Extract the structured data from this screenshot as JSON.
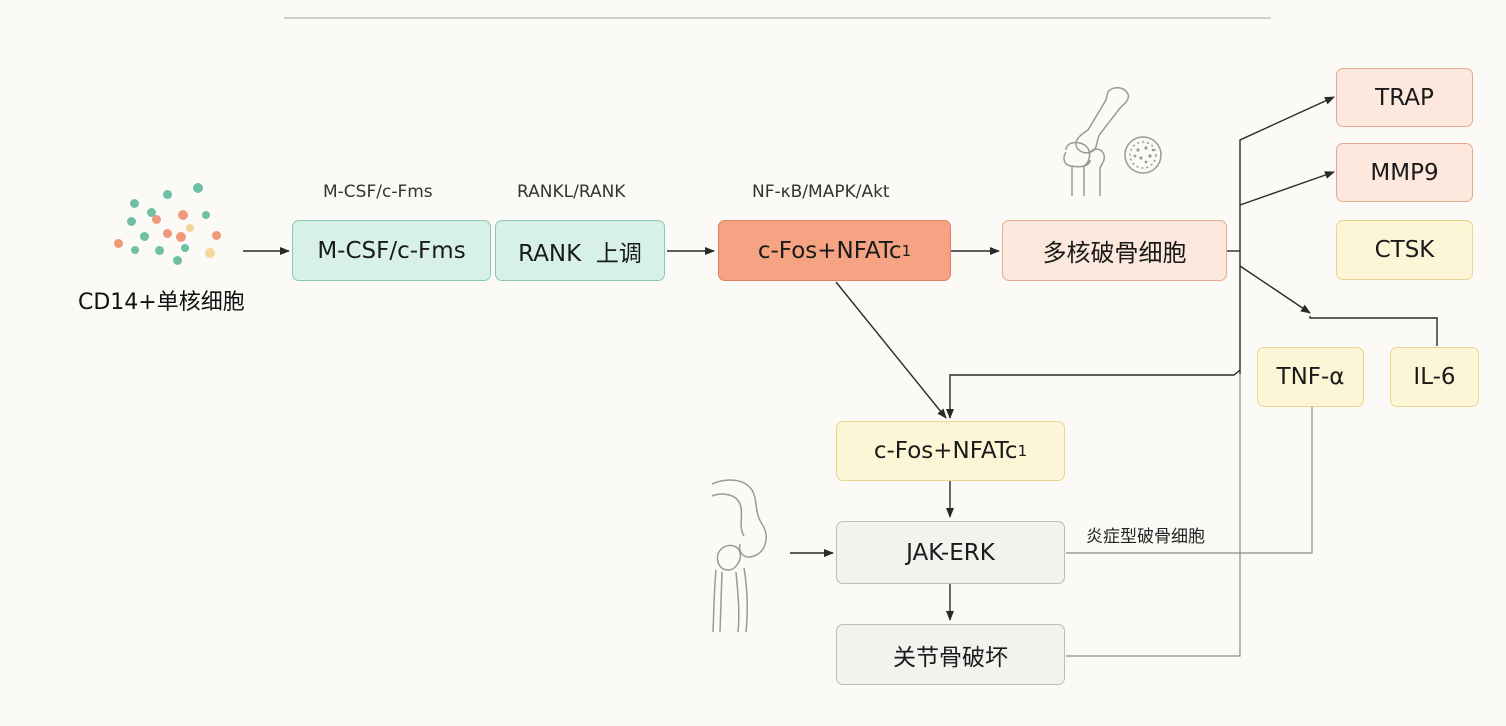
{
  "colors": {
    "teal_fill": "#d7f0e8",
    "orange_fill": "#f5a382",
    "peach_fill": "#fce8dc",
    "yellow_fill": "#fdf6d6",
    "gray_fill": "#f2f2ef",
    "arrow": "#2a2a2a"
  },
  "source": {
    "label": "CD14+单核细胞"
  },
  "pathway_labels": {
    "mcsf": "M-CSF/c-Fms",
    "rankl": "RANKL/RANK",
    "nfkb": "NF-κB/MAPK/Akt"
  },
  "nodes": {
    "mcsf_box": "M-CSF/c-Fms",
    "rank_box": "RANK  上调",
    "cfos_main_prefix": "c-Fos+NFATc",
    "cfos_main_sub": "1",
    "osteoclast": "多核破骨细胞",
    "trap": "TRAP",
    "mmp9": "MMP9",
    "ctsk": "CTSK",
    "tnf": "TNF-α",
    "il6": "IL-6",
    "cfos_lower_prefix": "c-Fos+NFATc",
    "cfos_lower_sub": "1",
    "jak_erk": "JAK-ERK",
    "joint_destruction": "关节骨破坏"
  },
  "annotations": {
    "inflammatory": "炎症型破骨细胞"
  },
  "icons": [
    "cell-dots-icon",
    "bone-joint-icon",
    "osteoclast-cell-icon",
    "knee-joint-icon"
  ]
}
